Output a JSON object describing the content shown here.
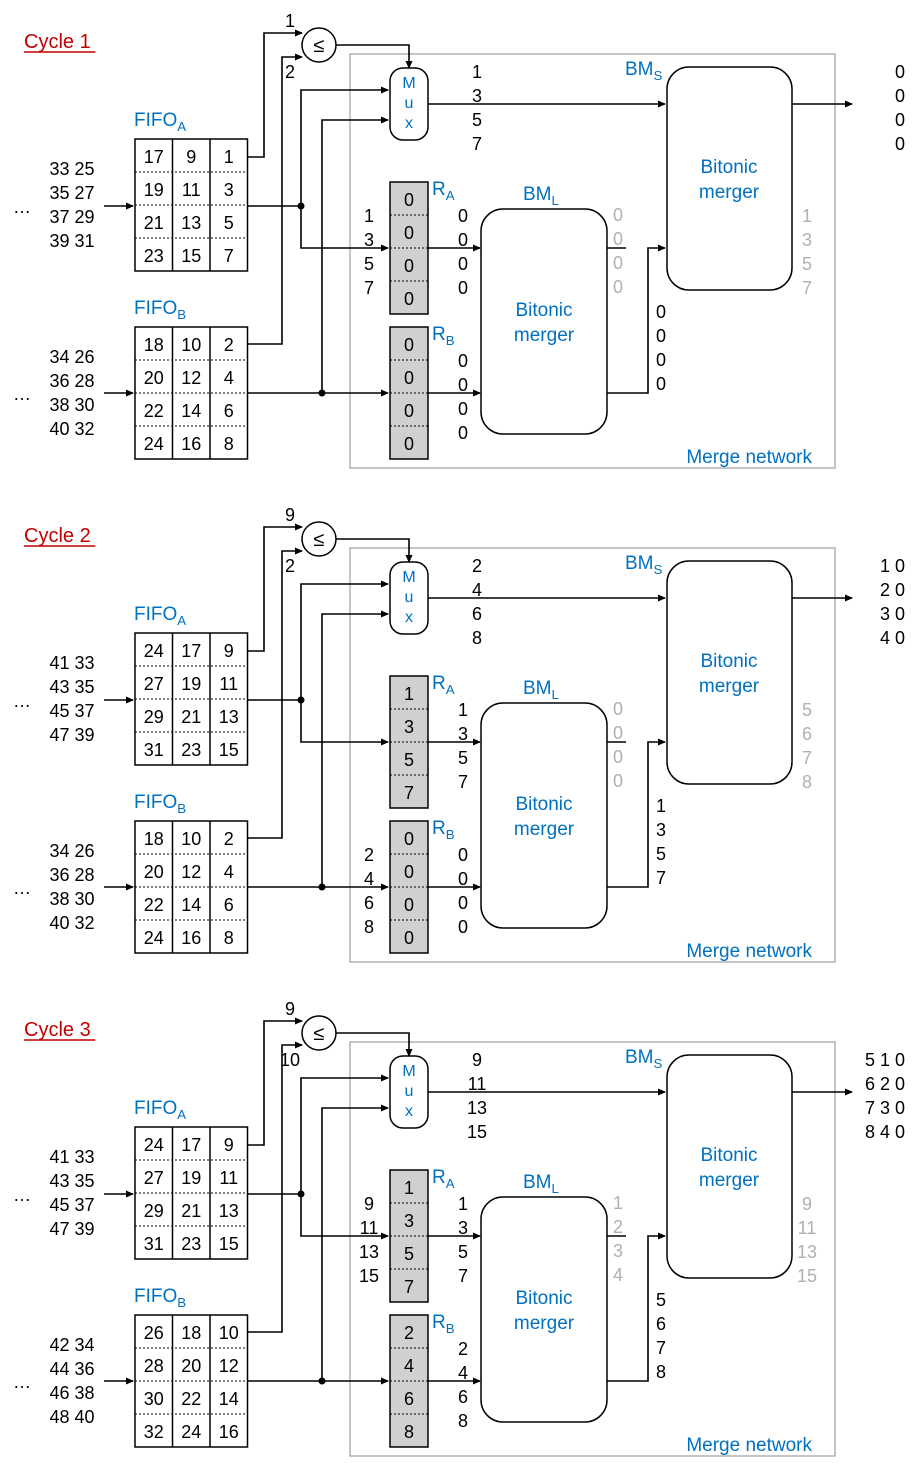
{
  "colors": {
    "cycle_title": "#c00000",
    "blue_label": "#0070c0",
    "grey_text": "#b0b0b0",
    "register_fill": "#d0d0d0",
    "network_border": "#a6a6a6",
    "line": "#000000"
  },
  "labels": {
    "fifo": "FIFO",
    "fifo_sub_a": "A",
    "fifo_sub_b": "B",
    "reg": "R",
    "reg_sub_a": "A",
    "reg_sub_b": "B",
    "bm": "BM",
    "bm_sub_s": "S",
    "bm_sub_l": "L",
    "bitonic": "Bitonic",
    "merger": "merger",
    "merge_network": "Merge network",
    "leq": "≤",
    "mux": [
      "M",
      "u",
      "x"
    ],
    "ellipsis": "…"
  },
  "cycles": [
    {
      "title": "Cycle 1",
      "cmp_a": "1",
      "cmp_b": "2",
      "input_a": [
        "33  25",
        "35  27",
        "37  29",
        "39  31"
      ],
      "input_b": [
        "34  26",
        "36  28",
        "38  30",
        "40  32"
      ],
      "fifo_a": [
        [
          "17",
          "9",
          "1"
        ],
        [
          "19",
          "11",
          "3"
        ],
        [
          "21",
          "13",
          "5"
        ],
        [
          "23",
          "15",
          "7"
        ]
      ],
      "fifo_b": [
        [
          "18",
          "10",
          "2"
        ],
        [
          "20",
          "12",
          "4"
        ],
        [
          "22",
          "14",
          "6"
        ],
        [
          "24",
          "16",
          "8"
        ]
      ],
      "mux_out": [
        "1",
        "3",
        "5",
        "7"
      ],
      "ra_in": [
        "1",
        "3",
        "5",
        "7"
      ],
      "rb_in": [],
      "ra": [
        "0",
        "0",
        "0",
        "0"
      ],
      "rb": [
        "0",
        "0",
        "0",
        "0"
      ],
      "bml_in_a": [
        "0",
        "0",
        "0",
        "0"
      ],
      "bml_in_b": [
        "0",
        "0",
        "0",
        "0"
      ],
      "bml_out_grey": [
        "0",
        "0",
        "0",
        "0"
      ],
      "bml_out": [
        "0",
        "0",
        "0",
        "0"
      ],
      "bms_out_grey": [
        "1",
        "3",
        "5",
        "7"
      ],
      "output": [
        "0",
        "0",
        "0",
        "0"
      ]
    },
    {
      "title": "Cycle 2",
      "cmp_a": "9",
      "cmp_b": "2",
      "input_a": [
        "41  33",
        "43  35",
        "45  37",
        "47  39"
      ],
      "input_b": [
        "34  26",
        "36  28",
        "38  30",
        "40  32"
      ],
      "fifo_a": [
        [
          "24",
          "17",
          "9"
        ],
        [
          "27",
          "19",
          "11"
        ],
        [
          "29",
          "21",
          "13"
        ],
        [
          "31",
          "23",
          "15"
        ]
      ],
      "fifo_b": [
        [
          "18",
          "10",
          "2"
        ],
        [
          "20",
          "12",
          "4"
        ],
        [
          "22",
          "14",
          "6"
        ],
        [
          "24",
          "16",
          "8"
        ]
      ],
      "mux_out": [
        "2",
        "4",
        "6",
        "8"
      ],
      "ra_in": [],
      "rb_in": [
        "2",
        "4",
        "6",
        "8"
      ],
      "ra": [
        "1",
        "3",
        "5",
        "7"
      ],
      "rb": [
        "0",
        "0",
        "0",
        "0"
      ],
      "bml_in_a": [
        "1",
        "3",
        "5",
        "7"
      ],
      "bml_in_b": [
        "0",
        "0",
        "0",
        "0"
      ],
      "bml_out_grey": [
        "0",
        "0",
        "0",
        "0"
      ],
      "bml_out": [
        "1",
        "3",
        "5",
        "7"
      ],
      "bms_out_grey": [
        "5",
        "6",
        "7",
        "8"
      ],
      "output": [
        "1 0",
        "2 0",
        "3 0",
        "4 0"
      ]
    },
    {
      "title": "Cycle 3",
      "cmp_a": "9",
      "cmp_b": "10",
      "input_a": [
        "41  33",
        "43  35",
        "45  37",
        "47  39"
      ],
      "input_b": [
        "42  34",
        "44  36",
        "46  38",
        "48  40"
      ],
      "fifo_a": [
        [
          "24",
          "17",
          "9"
        ],
        [
          "27",
          "19",
          "11"
        ],
        [
          "29",
          "21",
          "13"
        ],
        [
          "31",
          "23",
          "15"
        ]
      ],
      "fifo_b": [
        [
          "26",
          "18",
          "10"
        ],
        [
          "28",
          "20",
          "12"
        ],
        [
          "30",
          "22",
          "14"
        ],
        [
          "32",
          "24",
          "16"
        ]
      ],
      "mux_out": [
        "9",
        "11",
        "13",
        "15"
      ],
      "ra_in": [
        "9",
        "11",
        "13",
        "15"
      ],
      "rb_in": [],
      "ra": [
        "1",
        "3",
        "5",
        "7"
      ],
      "rb": [
        "2",
        "4",
        "6",
        "8"
      ],
      "bml_in_a": [
        "1",
        "3",
        "5",
        "7"
      ],
      "bml_in_b": [
        "2",
        "4",
        "6",
        "8"
      ],
      "bml_out_grey": [
        "1",
        "2",
        "3",
        "4"
      ],
      "bml_out": [
        "5",
        "6",
        "7",
        "8"
      ],
      "bms_out_grey": [
        "9",
        "11",
        "13",
        "15"
      ],
      "output": [
        "5 1 0",
        "6 2 0",
        "7 3 0",
        "8 4 0"
      ]
    }
  ]
}
